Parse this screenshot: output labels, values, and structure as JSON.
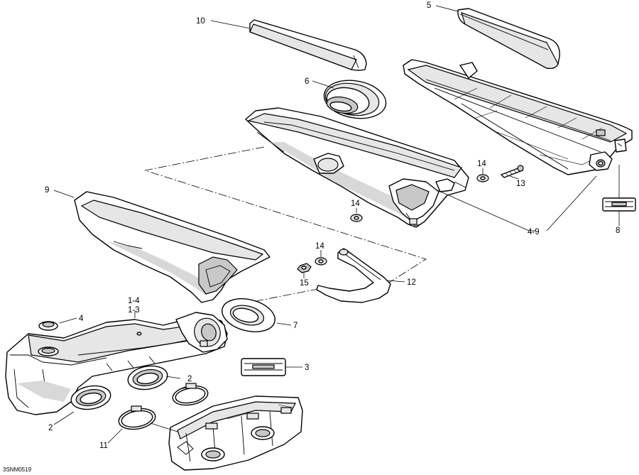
{
  "drawing_ref": "3SNM0519",
  "callouts": {
    "c1": "5",
    "c2": "10",
    "c3": "6",
    "c4": "14",
    "c5": "13",
    "c6": "9",
    "c7": "14",
    "c8": "4-9",
    "c9": "8",
    "c10": "14",
    "c11": "15",
    "c12": "12",
    "c13": "1-4",
    "c14": "1-3",
    "c15": "4",
    "c16": "7",
    "c17": "3",
    "c18": "2",
    "c19": "2",
    "c20": "11"
  }
}
